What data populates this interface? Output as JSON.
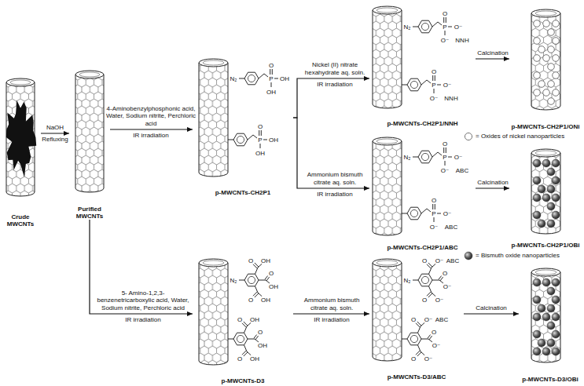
{
  "diagram": {
    "nodes": [
      {
        "text": [
          "Crude MWCNTs"
        ]
      },
      {
        "text": [
          "Purified MWCNTs"
        ]
      },
      {
        "text": [
          "p-MWCNTs-CH2P1"
        ]
      },
      {
        "text": [
          "p-MWCNTs-D3"
        ]
      },
      {
        "text": [
          "p-MWCNTs-CH2P1/NNH"
        ]
      },
      {
        "text": [
          "p-MWCNTs-CH2P1/ABC"
        ]
      },
      {
        "text": [
          "p-MWCNTs-D3/ABC"
        ]
      },
      {
        "text": [
          "p-MWCNTs-CH2P1/ONi"
        ]
      },
      {
        "text": [
          "p-MWCNTs-CH2P1/OBi"
        ]
      },
      {
        "text": [
          "p-MWCNTs-D3/OBi"
        ]
      }
    ],
    "edges": [
      {
        "from": 0,
        "to": 1,
        "arrow": "to",
        "label": "NaOH"
      },
      {
        "from": 1,
        "to": 2,
        "arrow": "to",
        "label": "4-Aminobenzylphosphonic acid, Water, Sodium nitrite, Perchloric acid"
      },
      {
        "from": 1,
        "to": 3,
        "arrow": "to",
        "label": "5- Amino-1,2,3-benzenetricarboxylic acid, Water, Sodium nitrite, Perchloric acid"
      },
      {
        "from": 2,
        "to": 4,
        "arrow": "to",
        "label": "Nickel (II) nitrate hexahydrate aq. soln."
      },
      {
        "from": 2,
        "to": 5,
        "arrow": "to",
        "label": "Ammonium bismuth citrate aq. soln."
      },
      {
        "from": 3,
        "to": 6,
        "arrow": "to",
        "label": "Ammonium bismuth citrate aq. soln."
      },
      {
        "from": 4,
        "to": 7,
        "arrow": "to",
        "label": "Calcination"
      },
      {
        "from": 5,
        "to": 8,
        "arrow": "to",
        "label": "Calcination"
      },
      {
        "from": 6,
        "to": 9,
        "arrow": "to",
        "label": "Calcination"
      }
    ],
    "labels": [
      "Refluxing",
      "IR irradiation",
      "IR irradiation",
      "N₂",
      "P",
      "O",
      "OH",
      "OH",
      "P",
      "O",
      "OH",
      "OH",
      "N₂",
      "O",
      "OH",
      "O",
      "OH",
      "O",
      "OH",
      "O",
      "OH",
      "O",
      "OH",
      "O",
      "OH",
      "IR irradiation",
      "IR irradiation",
      "IR irradiation",
      "N₂",
      "P",
      "O",
      "O⁻",
      "O⁻",
      "NNH",
      "P",
      "O",
      "O⁻",
      "O⁻",
      "NNH",
      "N₂",
      "P",
      "O",
      "O⁻",
      "O⁻",
      "ABC",
      "P",
      "O",
      "O⁻",
      "O⁻",
      "ABC",
      "N₂",
      "O",
      "O⁻",
      "ABC",
      "O",
      "O⁻",
      "O",
      "O⁻",
      "O",
      "O⁻",
      "ABC",
      "O",
      "O⁻",
      "O",
      "O⁻"
    ],
    "legend": [
      {
        "text": "= Oxides of nickel nanoparticles"
      },
      {
        "text": "= Bismuth oxide nanoparticles"
      }
    ]
  }
}
